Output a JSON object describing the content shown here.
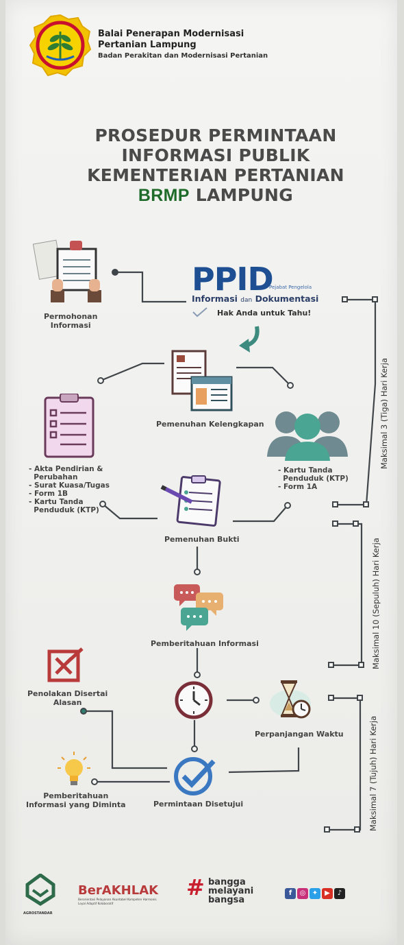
{
  "header": {
    "org_line1": "Balai Penerapan Modernisasi",
    "org_line2": "Pertanian Lampung",
    "org_line3": "Badan Perakitan dan Modernisasi Pertanian"
  },
  "title": {
    "line1": "PROSEDUR PERMINTAAN",
    "line2": "INFORMASI PUBLIK",
    "line3": "KEMENTERIAN PERTANIAN",
    "line4_a": "BRMP",
    "line4_b": "LAMPUNG"
  },
  "ppid": {
    "logo": "PPID",
    "sub": "Pejabat Pengelola",
    "info": "Informasi",
    "dan": "dan",
    "dok": "Dokumentasi",
    "tagline": "Hak Anda untuk Tahu!"
  },
  "steps": {
    "permohonan": "Permohonan\nInformasi",
    "kelengkapan": "Pemenuhan Kelengkapan",
    "bukti": "Pemenuhan Bukti",
    "pemberitahuan": "Pemberitahuan Informasi",
    "penolakan": "Penolakan Disertai\nAlasan",
    "perpanjangan": "Perpanjangan Waktu",
    "diminta": "Pemberitahuan\nInformasi yang Diminta",
    "disetujui": "Permintaan Disetujui"
  },
  "lists": {
    "left": [
      "- Akta Pendirian &",
      "  Perubahan",
      "- Surat Kuasa/Tugas",
      "- Form 1B",
      "- Kartu Tanda",
      "  Penduduk (KTP)"
    ],
    "right": [
      "- Kartu Tanda",
      "  Penduduk (KTP)",
      "- Form 1A"
    ]
  },
  "timeline": {
    "t1": "Maksimal 3 (Tiga) Hari Kerja",
    "t2": "Maksimal 10 (Sepuluh) Hari Kerja",
    "t3": "Maksimal 7 (Tujuh) Hari Kerja"
  },
  "footer": {
    "agro": "AGROSTANDAR",
    "berakhlak": "BerAKHLAK",
    "berakhlak_sub": "Berorientasi Pelayanan Akuntabel Kompeten Harmonis Loyal Adaptif Kolaboratif",
    "bangga1": "bangga",
    "bangga2": "melayani",
    "bangga3": "bangsa"
  },
  "colors": {
    "brand_blue": "#1e4f93",
    "brmp_green": "#1f6b2a",
    "teal": "#3d8a7f",
    "maroon": "#8a3b3b"
  }
}
